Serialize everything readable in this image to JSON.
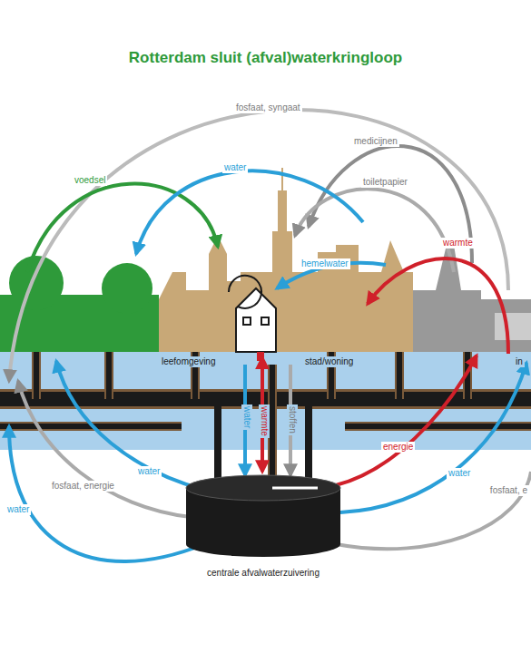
{
  "diagram": {
    "title": "Rotterdam sluit (afval)waterkringloop",
    "nodes": [
      {
        "text": [
          "centrale afvalwaterzuivering"
        ]
      }
    ],
    "labels": [
      "fosfaat, syngaat",
      "medicijnen",
      "toiletpapier",
      "voedsel",
      "water",
      "hemelwater",
      "warmte",
      "leefomgeving",
      "stad/woning",
      "in",
      "water",
      "warmte",
      "stoffen",
      "energie",
      "water",
      "fosfaat, energie",
      "water",
      "water",
      "fosfaat, e"
    ]
  }
}
